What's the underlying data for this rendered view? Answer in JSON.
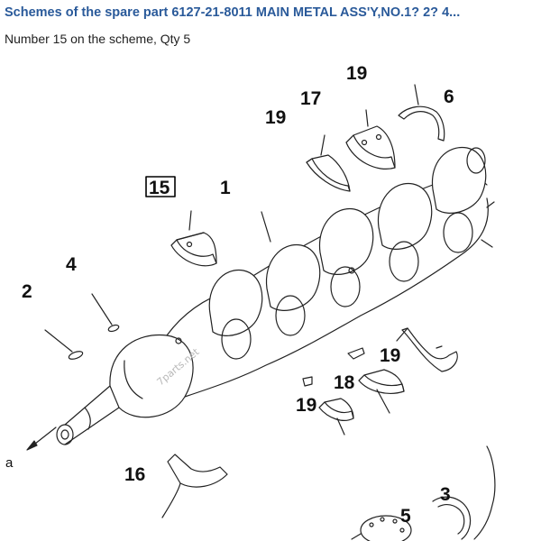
{
  "header": {
    "title": "Schemes of the spare part 6127-21-8011 MAIN METAL ASS'Y,NO.1? 2? 4...",
    "subtitle": "Number 15 on the scheme, Qty 5"
  },
  "scheme": {
    "highlight_color": "#000000",
    "callouts": {
      "c19a": "19",
      "c17": "17",
      "c6": "6",
      "c19b": "19",
      "c1": "1",
      "c15": "15",
      "c4": "4",
      "c2": "2",
      "c19c": "19",
      "c18": "18",
      "c19d": "19",
      "c16": "16",
      "c3": "3",
      "c5": "5",
      "ca": "a"
    },
    "watermark": "7parts.net"
  }
}
